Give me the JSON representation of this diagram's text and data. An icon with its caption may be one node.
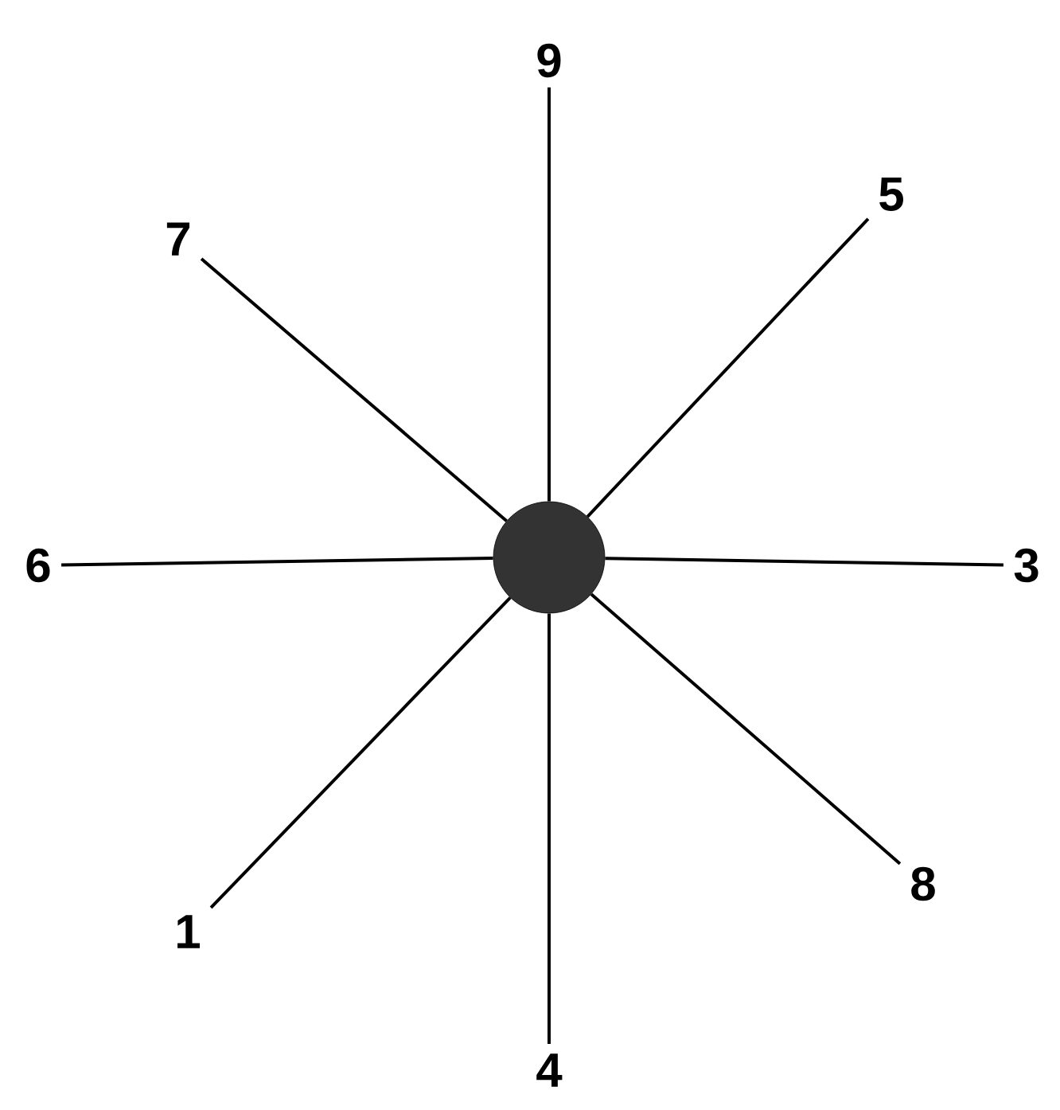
{
  "diagram": {
    "nodes": [
      {
        "text": [],
        "shape": "circle"
      },
      {
        "text": [
          "9"
        ]
      },
      {
        "text": [
          "7"
        ]
      },
      {
        "text": [
          "5"
        ]
      },
      {
        "text": [
          "6"
        ]
      },
      {
        "text": [
          "3"
        ]
      },
      {
        "text": [
          "1"
        ]
      },
      {
        "text": [
          "8"
        ]
      },
      {
        "text": [
          "4"
        ]
      }
    ],
    "edges": [
      {
        "from": 0,
        "to": 1,
        "arrow": "none"
      },
      {
        "from": 0,
        "to": 2,
        "arrow": "none"
      },
      {
        "from": 0,
        "to": 3,
        "arrow": "none"
      },
      {
        "from": 0,
        "to": 4,
        "arrow": "none"
      },
      {
        "from": 0,
        "to": 5,
        "arrow": "none"
      },
      {
        "from": 0,
        "to": 6,
        "arrow": "none"
      },
      {
        "from": 0,
        "to": 7,
        "arrow": "none"
      },
      {
        "from": 0,
        "to": 8,
        "arrow": "none"
      }
    ]
  }
}
